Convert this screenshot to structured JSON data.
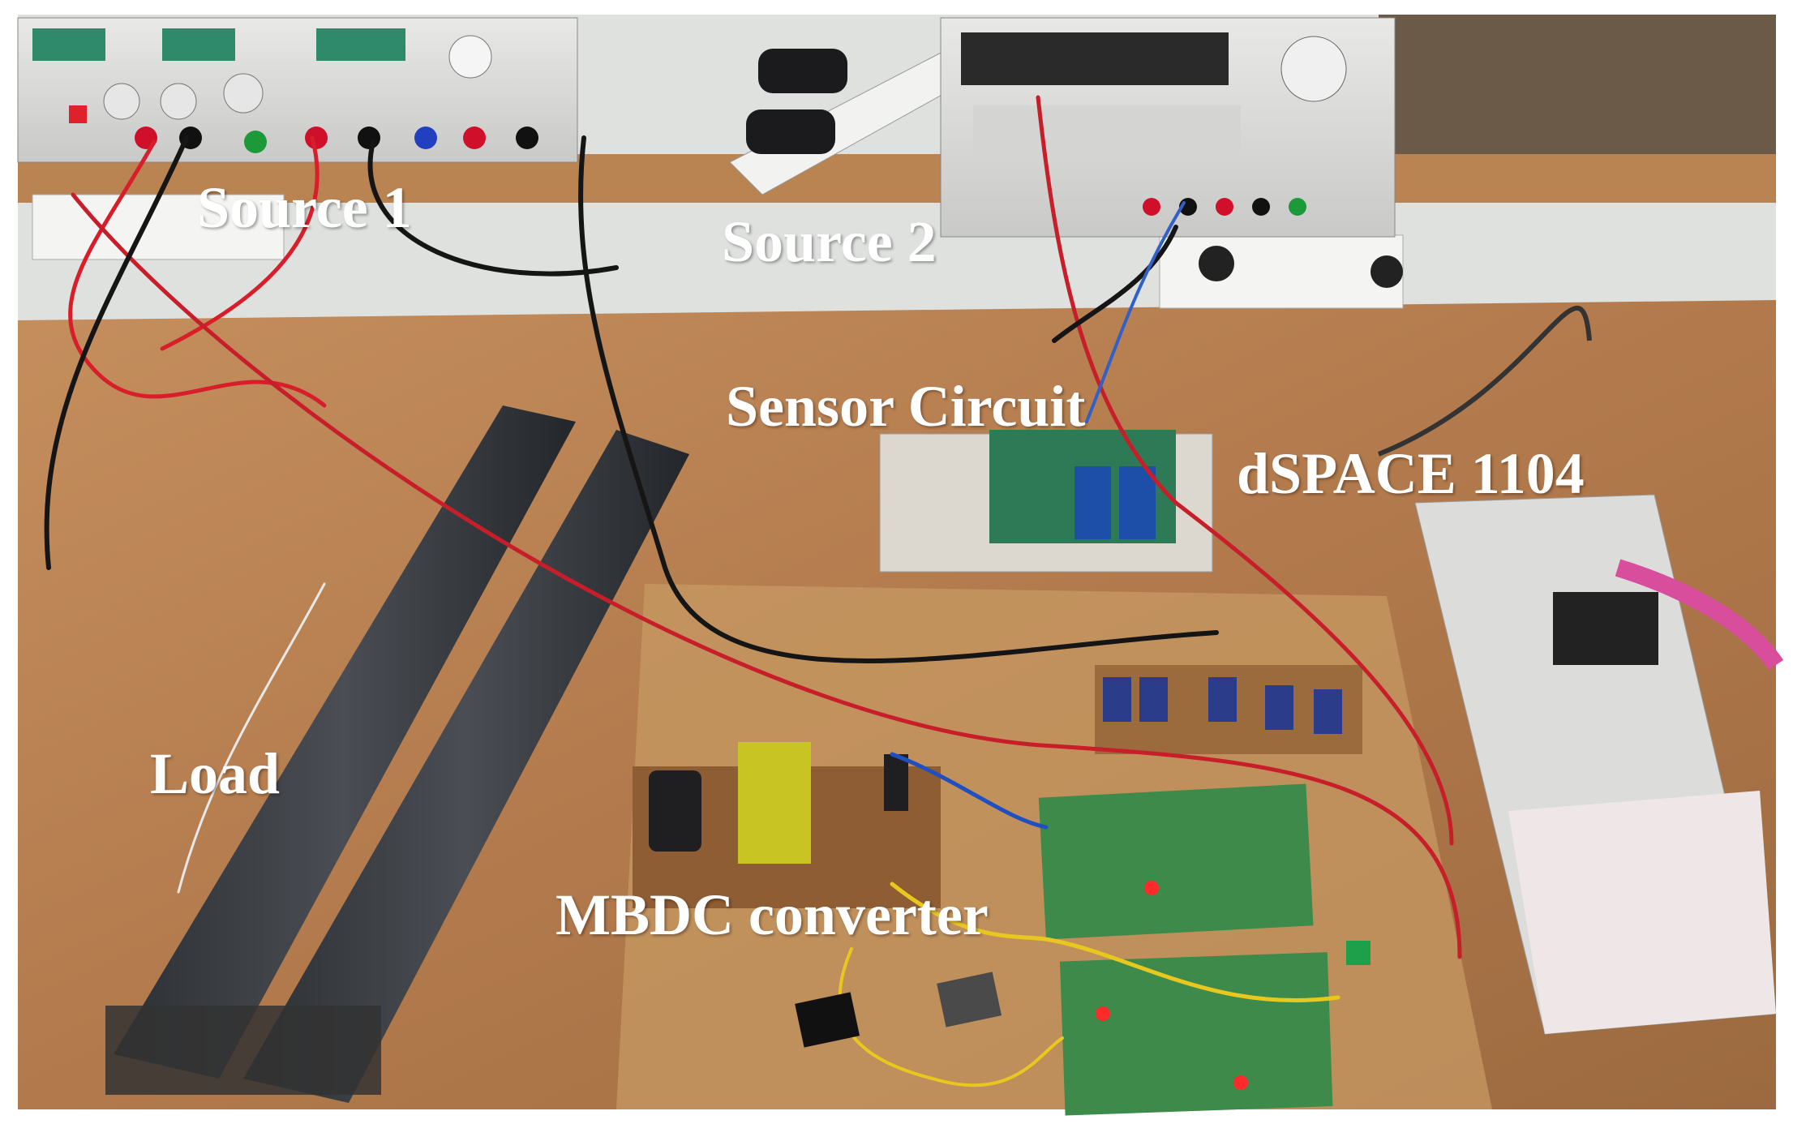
{
  "labels": {
    "source1": "Source 1",
    "source2": "Source 2",
    "sensor_circuit": "Sensor Circuit",
    "dspace": "dSPACE 1104",
    "load": "Load",
    "mbdc": "MBDC converter"
  }
}
